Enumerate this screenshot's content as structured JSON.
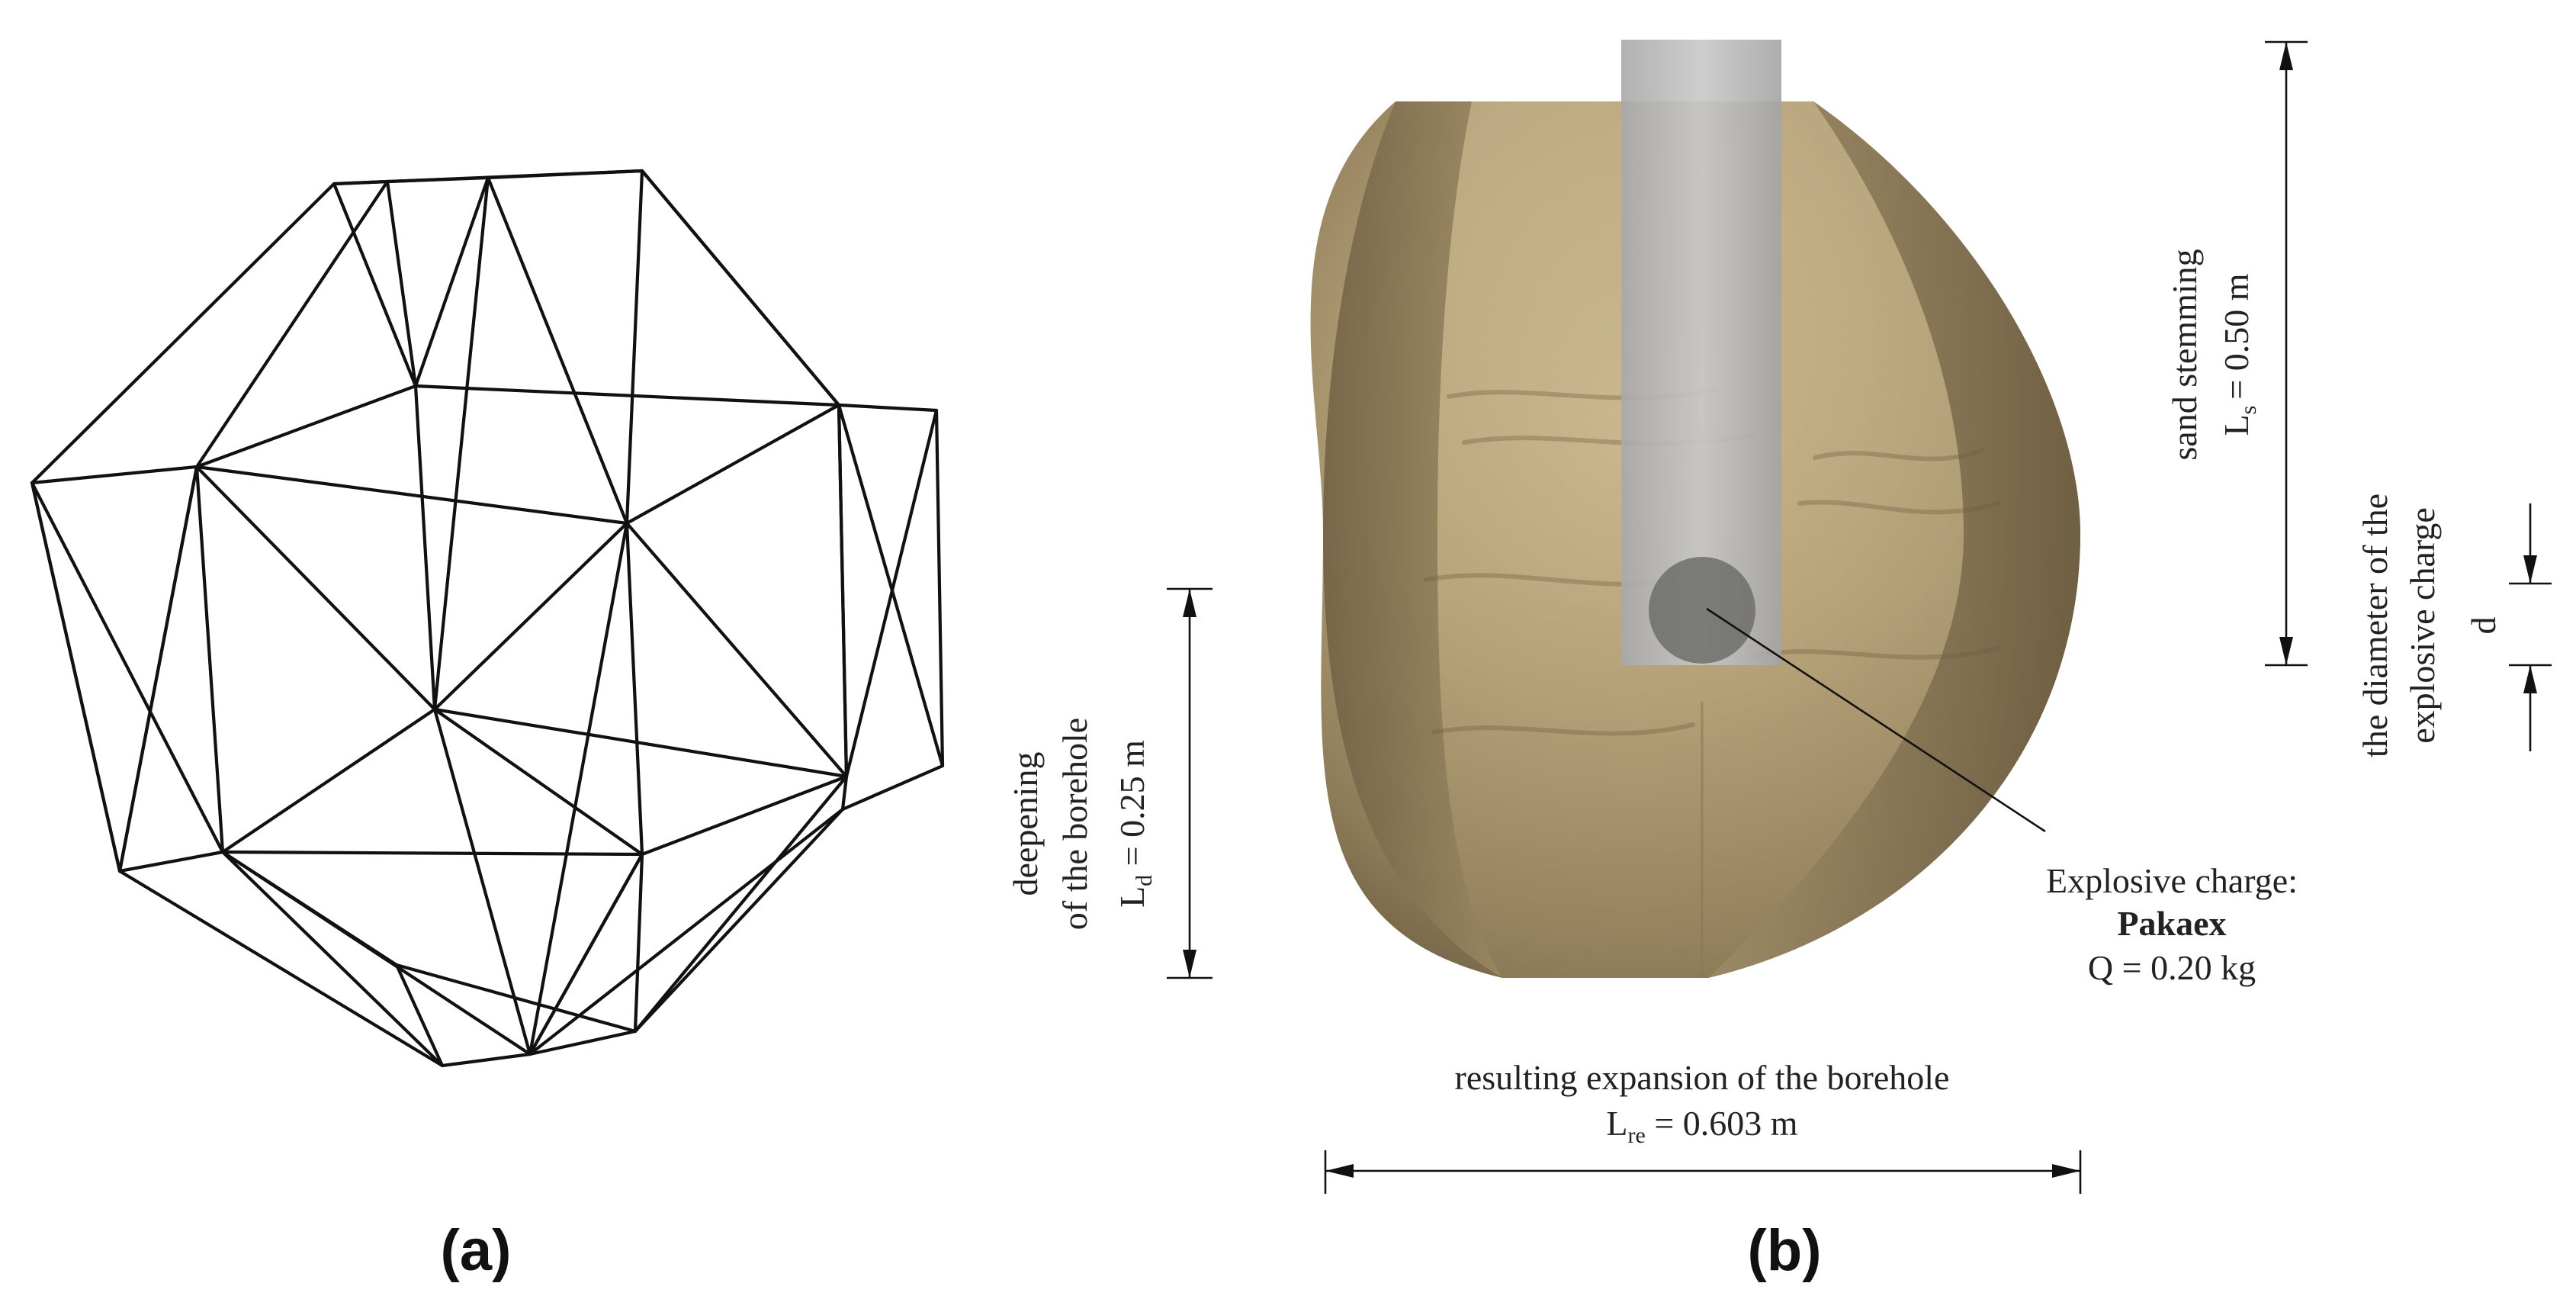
{
  "panel_a": {
    "label": "(a)"
  },
  "panel_b": {
    "label": "(b)",
    "sand_stemming": {
      "title": "sand stemming",
      "value": "= 0.50 m",
      "symbol": "L",
      "subscript": "s"
    },
    "diameter": {
      "line1": "the diameter of the",
      "line2": "explosive charge",
      "symbol": "d"
    },
    "deepening": {
      "line1": "deepening",
      "line2": "of the borehole",
      "symbol": "L",
      "subscript": "d",
      "value": " = 0.25 m"
    },
    "charge": {
      "line1": "Explosive charge:",
      "name": "Pakaex",
      "mass": "Q = 0.20 kg"
    },
    "expansion": {
      "title": "resulting expansion of the borehole",
      "symbol": "L",
      "subscript": "re",
      "value": " = 0.603 m"
    },
    "colors": {
      "sand_light": "#c7b48a",
      "sand_dark": "#7e6c4c",
      "pipe": "#bcbcbc",
      "charge": "#6f6f6a"
    }
  }
}
